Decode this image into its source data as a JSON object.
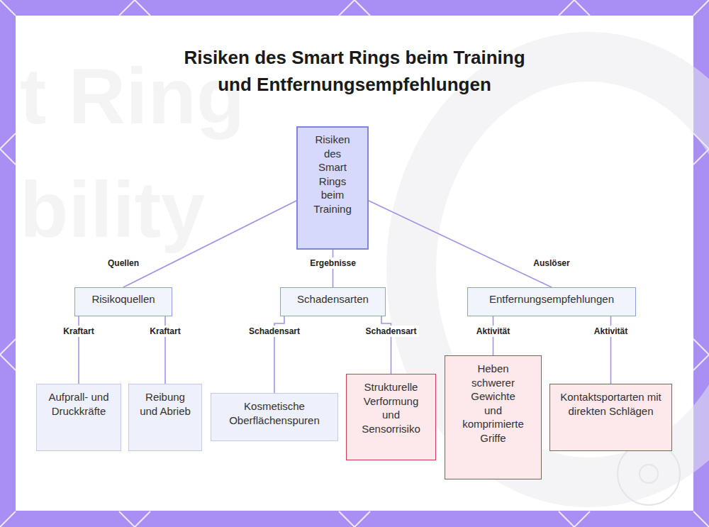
{
  "diagram": {
    "title": "Risiken des Smart Rings beim Training und Entfernungsempfehlungen",
    "nodes": [
      {
        "text": [
          "Risiken des Smart Rings beim Training"
        ]
      },
      {
        "text": [
          "Risikoquellen"
        ]
      },
      {
        "text": [
          "Schadensarten"
        ]
      },
      {
        "text": [
          "Entfernungsempfehlungen"
        ]
      },
      {
        "text": [
          "Aufprall- und Druckkräfte"
        ]
      },
      {
        "text": [
          "Reibung und Abrieb"
        ]
      },
      {
        "text": [
          "Kosmetische Oberflächenspuren"
        ]
      },
      {
        "text": [
          "Strukturelle Verformung und Sensorrisiko"
        ]
      },
      {
        "text": [
          "Heben schwerer Gewichte und komprimierte Griffe"
        ]
      },
      {
        "text": [
          "Kontaktsportarten mit direkten Schlägen"
        ]
      }
    ],
    "edges": [
      {
        "from": 0,
        "to": 1,
        "label": "Quellen",
        "arrow": "none"
      },
      {
        "from": 0,
        "to": 2,
        "label": "Ergebnisse",
        "arrow": "none"
      },
      {
        "from": 0,
        "to": 3,
        "label": "Auslöser",
        "arrow": "none"
      },
      {
        "from": 1,
        "to": 4,
        "label": "Kraftart",
        "arrow": "none"
      },
      {
        "from": 1,
        "to": 5,
        "label": "Kraftart",
        "arrow": "none"
      },
      {
        "from": 2,
        "to": 6,
        "label": "Schadensart",
        "arrow": "none"
      },
      {
        "from": 2,
        "to": 7,
        "label": "Schadensart",
        "arrow": "none"
      },
      {
        "from": 3,
        "to": 8,
        "label": "Aktivität",
        "arrow": "none"
      },
      {
        "from": 3,
        "to": 9,
        "label": "Aktivität",
        "arrow": "none"
      }
    ],
    "labels": [
      "t Ring",
      "bility"
    ]
  }
}
